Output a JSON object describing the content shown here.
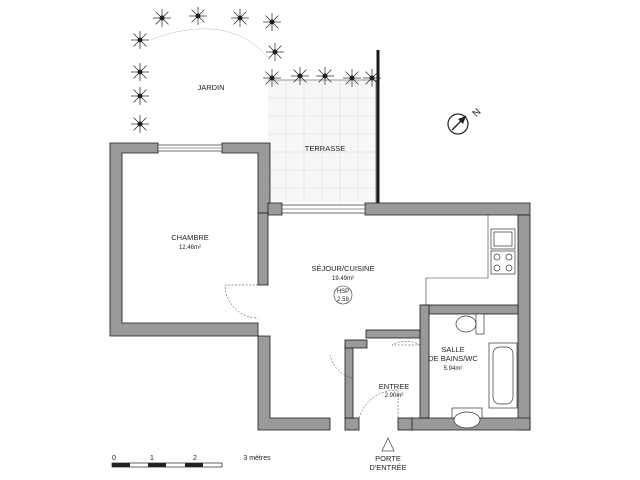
{
  "rooms": {
    "jardin": {
      "name": "JARDIN"
    },
    "terrasse": {
      "name": "TERRASSE"
    },
    "chambre": {
      "name": "CHAMBRE",
      "area": "12.46m²"
    },
    "sejour": {
      "name": "SÉJOUR/CUISINE",
      "area": "19.49m²",
      "hsp_label": "HSP",
      "hsp_value": "2.59"
    },
    "sdb": {
      "name_line1": "SALLE",
      "name_line2": "DE BAINS/WC",
      "area": "5.94m²"
    },
    "entree": {
      "name": "ENTREE",
      "area": "2.90m²"
    }
  },
  "entrance": {
    "line1": "PORTE",
    "line2": "D'ENTRÉE"
  },
  "compass": {
    "letter": "N",
    "icon": "north-arrow-icon"
  },
  "scale": {
    "ticks": [
      "0",
      "1",
      "2",
      "3 mètres"
    ]
  },
  "colors": {
    "wall": "#9a9a9a",
    "line": "#333333",
    "background": "#ffffff"
  }
}
